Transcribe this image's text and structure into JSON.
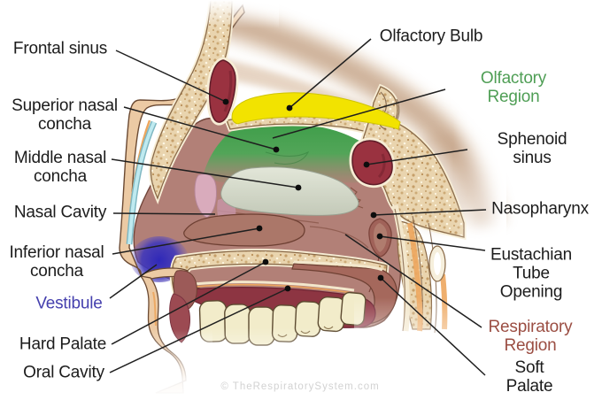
{
  "diagram": {
    "subject": "Sagittal cross-section of the human nasal cavity",
    "watermark": "© TheRespiratorySystem.com",
    "watermark_color": "#d2d2d2"
  },
  "colors": {
    "label_text": "#1c1c1c",
    "leader_line": "#1f1f1f",
    "olfactory_bulb_fill": "#f2e300",
    "olfactory_region_fill": "#4ea257",
    "vestibule_fill": "#3a33b8",
    "sinus_fill": "#9a3240",
    "nasal_cavity_fill": "#b28077",
    "oral_cavity_fill": "#8d3542",
    "bone_fill": "#e9d4ae",
    "skin_fill": "#eccaa4",
    "middle_concha_fill": "#ccd2c3",
    "teeth_fill": "#f2ecca"
  },
  "labels": {
    "frontal_sinus": {
      "text": "Frontal sinus",
      "color": "#1c1c1c"
    },
    "superior_nasal_concha": {
      "text": "Superior nasal\nconcha",
      "color": "#1c1c1c"
    },
    "middle_nasal_concha": {
      "text": "Middle nasal\nconcha",
      "color": "#1c1c1c"
    },
    "nasal_cavity": {
      "text": "Nasal Cavity",
      "color": "#1c1c1c"
    },
    "inferior_nasal_concha": {
      "text": "Inferior nasal\nconcha",
      "color": "#1c1c1c"
    },
    "vestibule": {
      "text": "Vestibule",
      "color": "#4540ae"
    },
    "hard_palate": {
      "text": "Hard Palate",
      "color": "#1c1c1c"
    },
    "oral_cavity": {
      "text": "Oral Cavity",
      "color": "#1c1c1c"
    },
    "olfactory_bulb": {
      "text": "Olfactory Bulb",
      "color": "#1c1c1c"
    },
    "olfactory_region": {
      "text": "Olfactory Region",
      "color": "#4f9e55"
    },
    "sphenoid_sinus": {
      "text": "Sphenoid sinus",
      "color": "#1c1c1c"
    },
    "nasopharynx": {
      "text": "Nasopharynx",
      "color": "#1c1c1c"
    },
    "eustachian_tube_opening": {
      "text": "Eustachian\nTube\nOpening",
      "color": "#1c1c1c"
    },
    "respiratory_region": {
      "text": "Respiratory\nRegion",
      "color": "#9b4e43"
    },
    "soft_palate": {
      "text": "Soft Palate",
      "color": "#1c1c1c"
    }
  }
}
